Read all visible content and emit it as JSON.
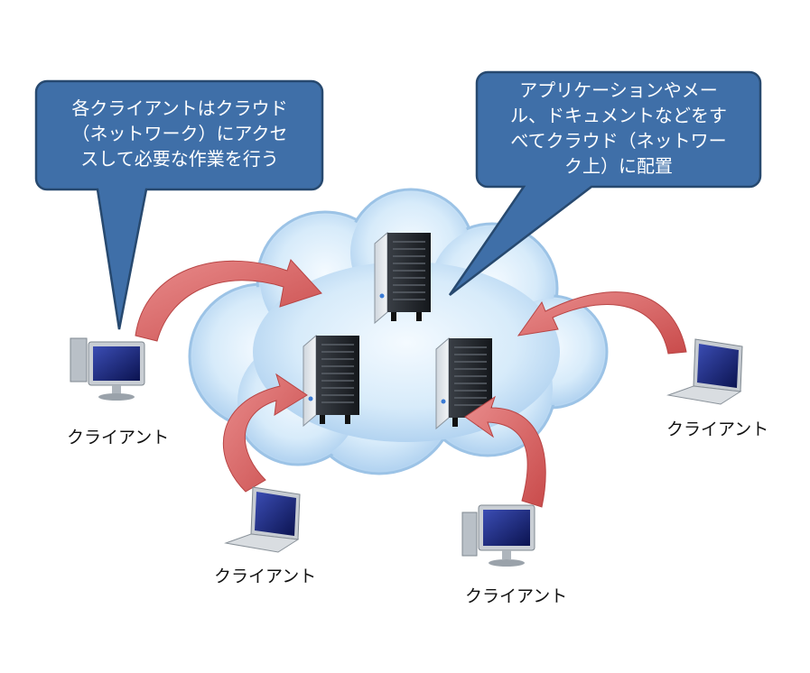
{
  "callouts": {
    "left": "各クライアントはクラウド\n（ネットワーク）にアクセ\nスして必要な作業を行う",
    "right": "アプリケーションやメー\nル、ドキュメントなどをす\nべてクラウド（ネットワー\nク上）に配置"
  },
  "clients": [
    {
      "type": "desktop",
      "label": "クライアント"
    },
    {
      "type": "laptop",
      "label": "クライアント"
    },
    {
      "type": "desktop",
      "label": "クライアント"
    },
    {
      "type": "laptop",
      "label": "クライアント"
    }
  ],
  "colors": {
    "bubble_fill": "#3f6fa8",
    "bubble_stroke": "#27496f",
    "arrow": "#d86a6a",
    "cloud": "#cfe6f8"
  }
}
